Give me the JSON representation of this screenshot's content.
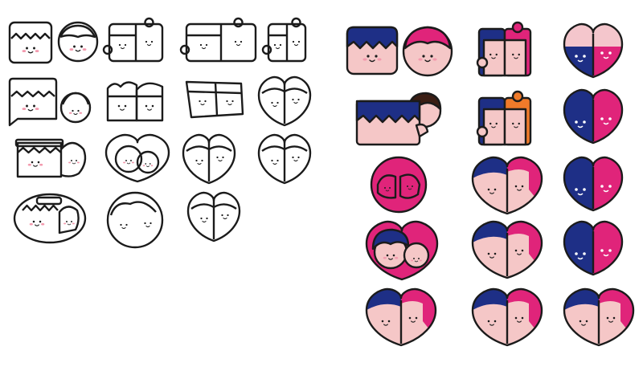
{
  "colors": {
    "outline": "#1b1b1b",
    "navy": "#1e2f86",
    "magenta": "#e0247a",
    "pink_skin": "#f5c7c7",
    "blush": "#f39aae",
    "orange": "#f07a2a",
    "brown": "#3b1e14",
    "light_pink": "#f4c6cc",
    "white": "#ffffff"
  },
  "icons": [
    {
      "name": "outline-square-and-circle-faces-icon",
      "style": "outline",
      "kind": "square-circle"
    },
    {
      "name": "outline-puzzle-pair-icon",
      "style": "outline",
      "kind": "puzzle-pair"
    },
    {
      "name": "outline-puzzle-wide-icon",
      "style": "outline",
      "kind": "puzzle-wide"
    },
    {
      "name": "outline-puzzle-small-icon",
      "style": "outline",
      "kind": "puzzle-small"
    },
    {
      "name": "outline-square-with-small-circle-icon",
      "style": "outline",
      "kind": "square-small-circle"
    },
    {
      "name": "outline-two-tall-faces-icon",
      "style": "outline",
      "kind": "two-tall"
    },
    {
      "name": "outline-slanted-faces-icon",
      "style": "outline",
      "kind": "slanted"
    },
    {
      "name": "outline-heart-faces-icon",
      "style": "outline",
      "kind": "heart"
    },
    {
      "name": "outline-hat-and-hug-icon",
      "style": "outline",
      "kind": "hat-hug"
    },
    {
      "name": "outline-cuddle-faces-icon",
      "style": "outline",
      "kind": "cuddle"
    },
    {
      "name": "outline-heart-faces-2-icon",
      "style": "outline",
      "kind": "heart"
    },
    {
      "name": "outline-heart-faces-3-icon",
      "style": "outline",
      "kind": "heart"
    },
    {
      "name": "outline-circle-hug-icon",
      "style": "outline",
      "kind": "circle-hug"
    },
    {
      "name": "outline-circle-two-faces-icon",
      "style": "outline",
      "kind": "circle-two"
    },
    {
      "name": "outline-heart-faces-4-icon",
      "style": "outline",
      "kind": "heart"
    },
    {
      "name": "color-square-and-circle-faces-icon",
      "style": "color",
      "kind": "square-circle"
    },
    {
      "name": "color-puzzle-pair-icon",
      "style": "color",
      "kind": "puzzle-pair"
    },
    {
      "name": "color-heart-split-icon",
      "style": "color",
      "kind": "heart-split"
    },
    {
      "name": "color-square-hug-icon",
      "style": "color",
      "kind": "square-hug"
    },
    {
      "name": "color-puzzle-orange-icon",
      "style": "color",
      "kind": "puzzle-orange"
    },
    {
      "name": "color-heart-navy-magenta-icon",
      "style": "color",
      "kind": "heart-navy"
    },
    {
      "name": "color-magenta-circle-faces-icon",
      "style": "color",
      "kind": "magenta-circle"
    },
    {
      "name": "color-heart-hair-icon",
      "style": "color",
      "kind": "heart-hair"
    },
    {
      "name": "color-heart-navy-magenta-2-icon",
      "style": "color",
      "kind": "heart-navy"
    },
    {
      "name": "color-cuddle-heart-icon",
      "style": "color",
      "kind": "cuddle-heart"
    },
    {
      "name": "color-heart-hair-2-icon",
      "style": "color",
      "kind": "heart-hair"
    },
    {
      "name": "color-heart-navy-magenta-3-icon",
      "style": "color",
      "kind": "heart-navy"
    },
    {
      "name": "color-heart-big-hair-icon",
      "style": "color",
      "kind": "heart-hair"
    },
    {
      "name": "color-heart-hair-3-icon",
      "style": "color",
      "kind": "heart-hair"
    },
    {
      "name": "color-heart-hair-4-icon",
      "style": "color",
      "kind": "heart-hair"
    }
  ]
}
